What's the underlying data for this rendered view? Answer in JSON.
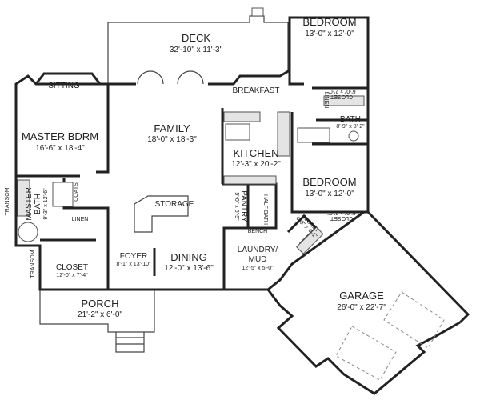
{
  "rooms": {
    "deck": {
      "name": "DECK",
      "dim": "32'-10\" x 11'-3\""
    },
    "bedroom_upper": {
      "name": "BEDROOM",
      "dim": "13'-0\" x 12'-0\""
    },
    "sitting": {
      "name": "SITTING"
    },
    "breakfast": {
      "name": "BREAKFAST"
    },
    "master_bdrm": {
      "name": "MASTER BDRM",
      "dim": "16'-6\" x 18'-4\""
    },
    "family": {
      "name": "FAMILY",
      "dim": "18'-0\" x 18'-3\""
    },
    "kitchen": {
      "name": "KITCHEN",
      "dim": "12'-3\" x 20'-2\""
    },
    "bath": {
      "name": "BATH",
      "dim": "8'-9\" x 8'-2\""
    },
    "closet_upper": {
      "name": "CLOSET",
      "dim": "6'-0\" x 2'-0\""
    },
    "linen_upper": {
      "name": "LINEN"
    },
    "bedroom_lower": {
      "name": "BEDROOM",
      "dim": "13'-0\" x 12'-0\""
    },
    "closet_lower": {
      "name": "CLOSET",
      "dim": "6'-0\" x 2'-0\""
    },
    "closet_angled": {
      "name": "CLOSET",
      "dim": "4'-9\" x 4'-1\""
    },
    "pantry": {
      "name": "PANTRY",
      "dim": "5'-0\" x 6'-5\""
    },
    "half_bath": {
      "name": "HALF BATH"
    },
    "bench": {
      "name": "BENCH"
    },
    "laundry": {
      "name": "LAUNDRY/",
      "name2": "MUD",
      "dim": "12'-5\" x 5'-0\""
    },
    "storage": {
      "name": "STORAGE"
    },
    "coats": {
      "name": "COATS"
    },
    "master_bath": {
      "name": "MASTER",
      "name2": "BATH",
      "dim": "9'-3\" x 12'-6\""
    },
    "linen_lower": {
      "name": "LINEN"
    },
    "transom_1": {
      "name": "TRANSOM"
    },
    "transom_2": {
      "name": "TRANSOM"
    },
    "foyer": {
      "name": "FOYER",
      "dim": "8'-1\" x 13'-10\""
    },
    "dining": {
      "name": "DINING",
      "dim": "12'-0\" x 13'-6\""
    },
    "closet_master": {
      "name": "CLOSET",
      "dim": "12'-0\" x 7'-4\""
    },
    "porch": {
      "name": "PORCH",
      "dim": "21'-2\" x 6'-0\""
    },
    "garage": {
      "name": "GARAGE",
      "dim": "26'-0\" x 22'-7\""
    }
  }
}
